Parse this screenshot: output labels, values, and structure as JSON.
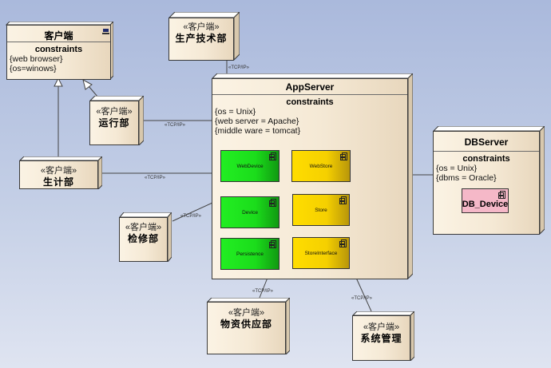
{
  "diagram": {
    "type": "UML deployment diagram",
    "nodes": {
      "client_main": {
        "name": "客户端",
        "constraints_title": "constraints",
        "constraints": [
          "{web browser}",
          "{os=winows}"
        ],
        "icon": "computer-icon"
      },
      "production_tech": {
        "stereotype": "«客户端»",
        "name": "生产技术部"
      },
      "operations": {
        "stereotype": "«客户端»",
        "name": "运行部"
      },
      "planning": {
        "stereotype": "«客户端»",
        "name": "生计部"
      },
      "maintenance": {
        "stereotype": "«客户端»",
        "name": "检修部"
      },
      "supply": {
        "stereotype": "«客户端»",
        "name": "物资供应部"
      },
      "sysadmin": {
        "stereotype": "«客户端»",
        "name": "系统管理"
      },
      "app_server": {
        "name": "AppServer",
        "constraints_title": "constraints",
        "constraints": [
          "{os = Unix}",
          "{web server = Apache}",
          "{middle ware = tomcat}"
        ],
        "components": {
          "web_device": "WebDevice",
          "device": "Device",
          "persistence": "Persistence",
          "web_store": "WebStore",
          "store": "Store",
          "store_interface": "StoreInterface"
        }
      },
      "db_server": {
        "name": "DBServer",
        "constraints_title": "constraints",
        "constraints": [
          "{os = Unix}",
          "{dbms = Oracle}"
        ],
        "components": {
          "db_device": "DB_Device"
        }
      }
    },
    "connectors": {
      "tcp_label": "«TCP/IP»"
    },
    "colors": {
      "background_top": "#aab9dc",
      "background_bottom": "#dfe4f1",
      "node_fill": "#f5e9d5",
      "component_green": "#22ee22",
      "component_yellow": "#ffdd00",
      "component_pink": "#f5b8c8"
    }
  }
}
